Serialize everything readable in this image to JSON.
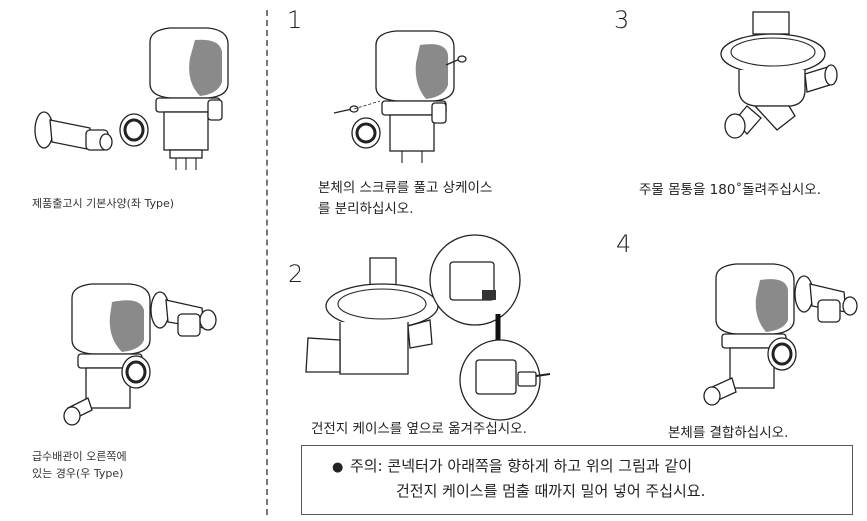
{
  "left_panel": {
    "caption_top": "제품출고시 기본사양(좌 Type)",
    "caption_bottom_line1": "급수배관이 오른쪽에",
    "caption_bottom_line2": "있는 경우(우 Type)"
  },
  "steps": [
    {
      "number": "1",
      "caption_line1": "본체의 스크류를 풀고 상케이스",
      "caption_line2": "를 분리하십시오."
    },
    {
      "number": "2",
      "caption_line1": "건전지 케이스를 옆으로 옮겨주십시오."
    },
    {
      "number": "3",
      "caption_line1": "주물 몸통을 180˚돌려주십시오."
    },
    {
      "number": "4",
      "caption_line1": "본체를 결합하십시오."
    }
  ],
  "note": {
    "bullet": "●",
    "line1": "주의: 콘넥터가 아래쪽을 향하게 하고 위의 그림과 같이",
    "line2": "건전지 케이스를 멈출 때까지 밀어 넣어 주십시요."
  },
  "colors": {
    "shade": "#8a8a8a",
    "line": "#222222"
  }
}
